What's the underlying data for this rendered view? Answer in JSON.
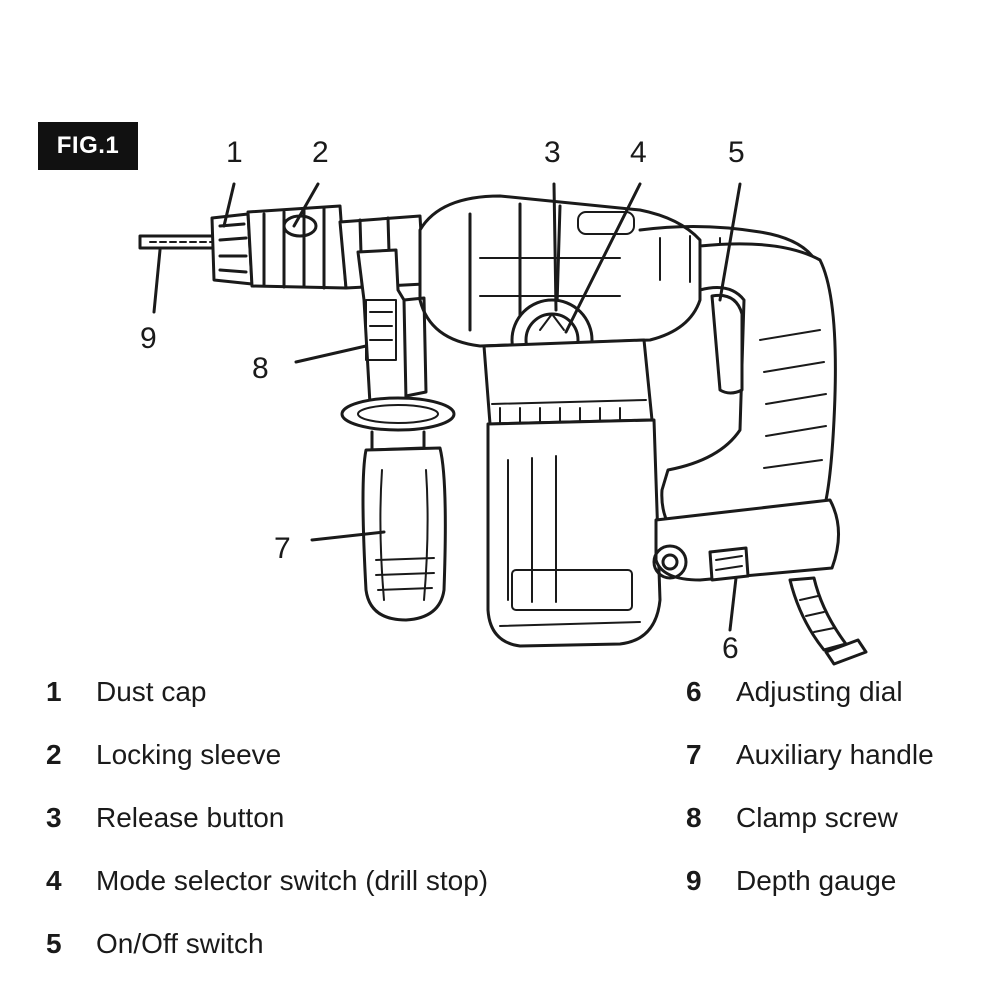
{
  "figure": {
    "label": "FIG.1"
  },
  "callouts": [
    "1",
    "2",
    "3",
    "4",
    "5",
    "6",
    "7",
    "8",
    "9"
  ],
  "legend": [
    {
      "num": "1",
      "label": "Dust cap"
    },
    {
      "num": "2",
      "label": "Locking sleeve"
    },
    {
      "num": "3",
      "label": "Release button"
    },
    {
      "num": "4",
      "label": "Mode selector switch (drill stop)"
    },
    {
      "num": "5",
      "label": "On/Off switch"
    },
    {
      "num": "6",
      "label": "Adjusting dial"
    },
    {
      "num": "7",
      "label": "Auxiliary handle"
    },
    {
      "num": "8",
      "label": "Clamp screw"
    },
    {
      "num": "9",
      "label": "Depth gauge"
    }
  ]
}
